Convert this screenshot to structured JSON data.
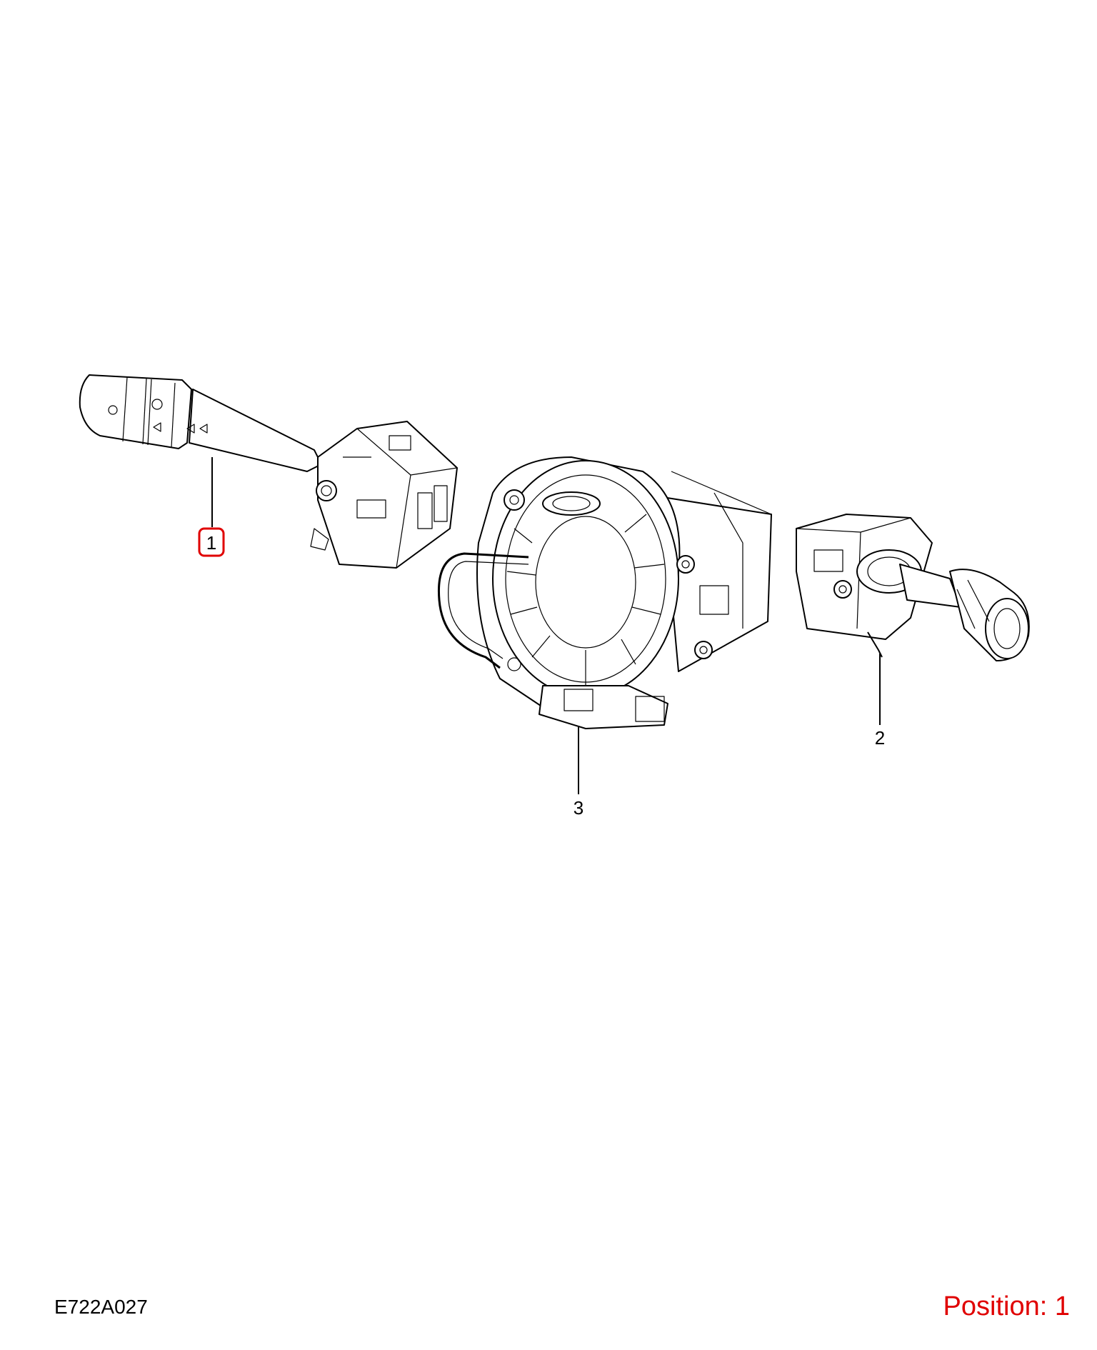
{
  "figure": {
    "reference_code": "E722A027",
    "position_label": "Position: 1",
    "highlight_color": "#e00000"
  },
  "callouts": [
    {
      "label": "1",
      "highlighted": true
    },
    {
      "label": "2",
      "highlighted": false
    },
    {
      "label": "3",
      "highlighted": false
    }
  ],
  "parts": [
    {
      "callout": "1",
      "icon": "multifunction-switch-left-lever"
    },
    {
      "callout": "2",
      "icon": "multifunction-switch-right-lever"
    },
    {
      "callout": "3",
      "icon": "clock-spring-housing"
    }
  ]
}
